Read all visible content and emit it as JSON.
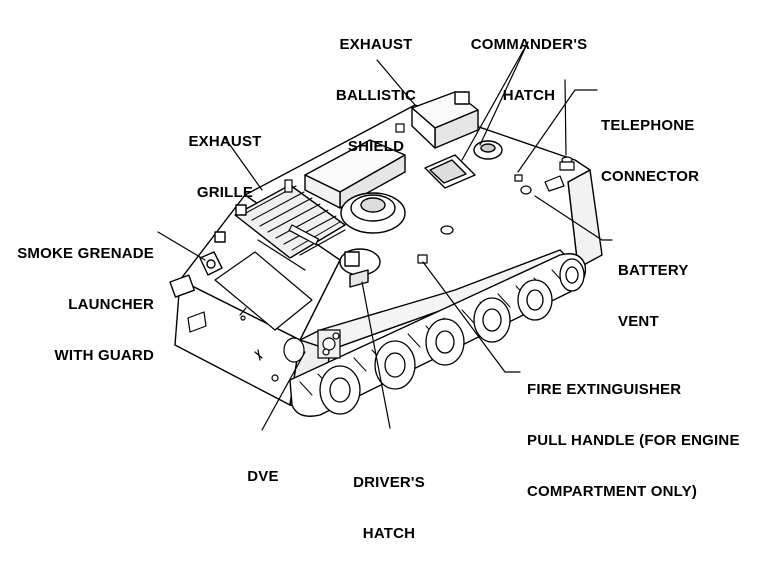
{
  "callouts": {
    "exhaust_ballistic_shield": [
      "EXHAUST",
      "BALLISTIC",
      "SHIELD"
    ],
    "commanders_hatch": [
      "COMMANDER'S",
      "HATCH"
    ],
    "telephone_connector": [
      "TELEPHONE",
      "CONNECTOR"
    ],
    "exhaust_grille": [
      "EXHAUST",
      "GRILLE"
    ],
    "smoke_grenade_launcher": [
      "SMOKE GRENADE",
      "LAUNCHER",
      "WITH GUARD"
    ],
    "battery_vent": [
      "BATTERY",
      "VENT"
    ],
    "fire_extinguisher": [
      "FIRE EXTINGUISHER",
      "PULL HANDLE (FOR ENGINE",
      "COMPARTMENT ONLY)"
    ],
    "dve": [
      "DVE"
    ],
    "drivers_hatch": [
      "DRIVER'S",
      "HATCH"
    ]
  },
  "colors": {
    "line": "#000000",
    "fill": "#ffffff",
    "shade": "#d9d9d9"
  }
}
